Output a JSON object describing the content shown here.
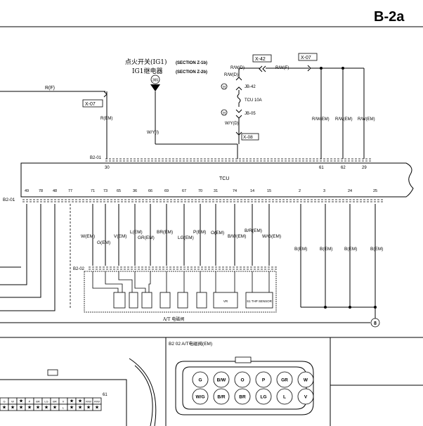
{
  "page_code": "B-2a",
  "ignition": {
    "line1_cn": "点火开关(IG1)",
    "line1_ref": "(SECTION Z-1b)",
    "line2_cn": "IG1继电器",
    "line2_ref": "(SECTION Z-2b)",
    "node": "365"
  },
  "tcu_label": "TCU",
  "tcu_top_pins": [
    "30",
    "61",
    "62",
    "29"
  ],
  "tcu_bottom_pins": [
    "49",
    "78",
    "48",
    "77",
    "71",
    "73",
    "65",
    "36",
    "66",
    "69",
    "67",
    "70",
    "31",
    "74",
    "14",
    "15",
    "2",
    "3",
    "24",
    "25"
  ],
  "connectors": {
    "b201_top": "B2-01",
    "b201_left": "B2-01",
    "b202": "B2-02",
    "x07_left": "X-07",
    "x07_right": "X-07",
    "x42": "X-42",
    "x08": "X-08"
  },
  "wires": {
    "rf": "R(F)",
    "rem": "R(EM)",
    "rwd": "R/W(D)",
    "rwd2": "R/W(D)",
    "rwf": "R/W(F)",
    "wyd": "W/Y(D)",
    "wyi": "W/Y(I)",
    "jb42": "JB-42",
    "tcu10a": "TCU 10A",
    "jb05": "JB-05",
    "h": "H",
    "rwem1": "R/W(EM)",
    "rwem2": "R/W(EM)",
    "rwem3": "R/W(EM)",
    "wem": "W(EM)",
    "gem": "G(EM)",
    "vem": "V(EM)",
    "lem": "L(EM)",
    "grem": "GR(EM)",
    "brem": "BR(EM)",
    "lgem": "LG(EM)",
    "pem": "P(EM)",
    "oem": "O(EM)",
    "bwem": "B/W(EM)",
    "brem2": "B/R(EM)",
    "wgem": "W/G(EM)",
    "bem1": "B(EM)",
    "bem2": "B(EM)",
    "bem3": "B(EM)",
    "bem4": "B(EM)"
  },
  "valve_labels": [
    "VR",
    "S1 THP SENSOR"
  ],
  "valve_body_label": "A/T 电磁阀",
  "ground_node": "8",
  "bottom_connector": {
    "title": "B2 02  A/T电磁阀(EM)",
    "row1": [
      "G",
      "B/W",
      "O",
      "P",
      "GR",
      "W"
    ],
    "row2": [
      "W/G",
      "B/R",
      "BR",
      "LG",
      "L",
      "V"
    ]
  },
  "left_grid": {
    "pin61": "61",
    "row1": [
      "G",
      "W",
      "★",
      "P",
      "BR",
      "LG",
      "BR",
      "V",
      "★",
      "★",
      "R/W",
      "R/W"
    ],
    "row2": [
      "★",
      "★",
      "★",
      "★",
      "★",
      "★",
      "★",
      "L",
      "★",
      "★",
      "★",
      "★"
    ]
  }
}
